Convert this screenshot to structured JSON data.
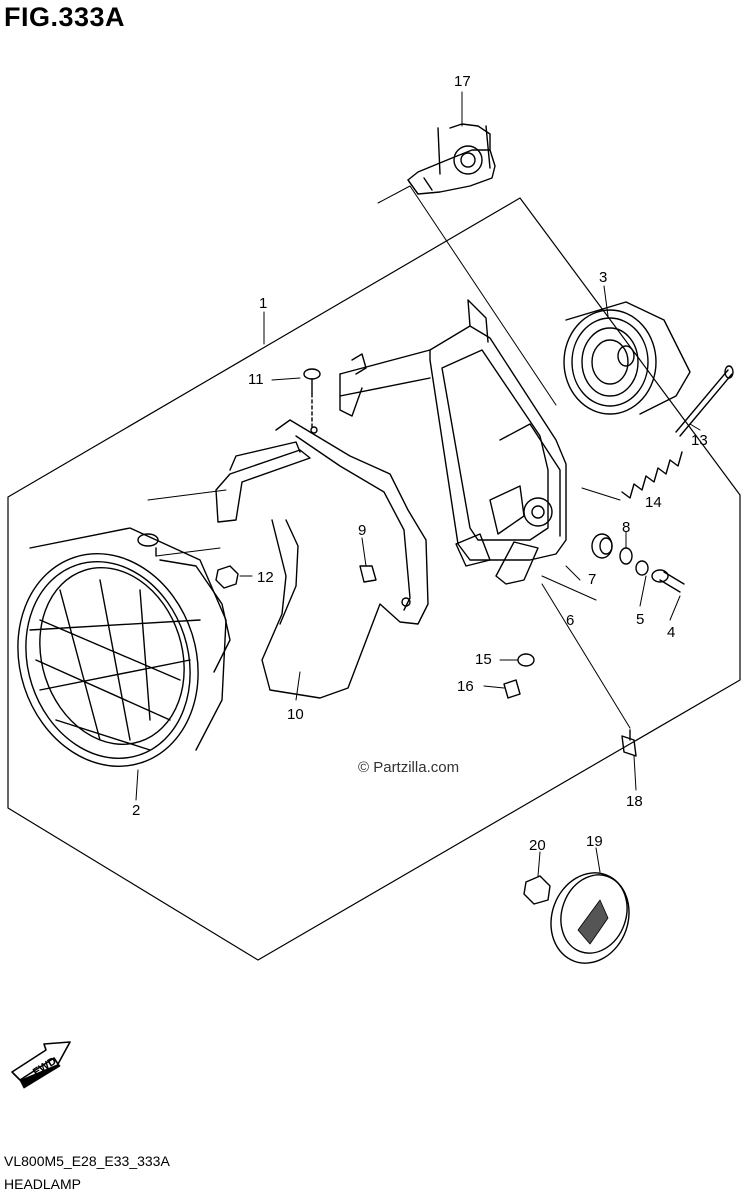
{
  "title": "FIG.333A",
  "diagram_code": "VL800M5_E28_E33_333A",
  "diagram_name": "HEADLAMP",
  "copyright": "© Partzilla.com",
  "fwd_label": "FWD",
  "callouts": [
    "1",
    "2",
    "3",
    "4",
    "5",
    "6",
    "7",
    "8",
    "9",
    "10",
    "11",
    "12",
    "13",
    "14",
    "15",
    "16",
    "17",
    "18",
    "19",
    "20"
  ]
}
